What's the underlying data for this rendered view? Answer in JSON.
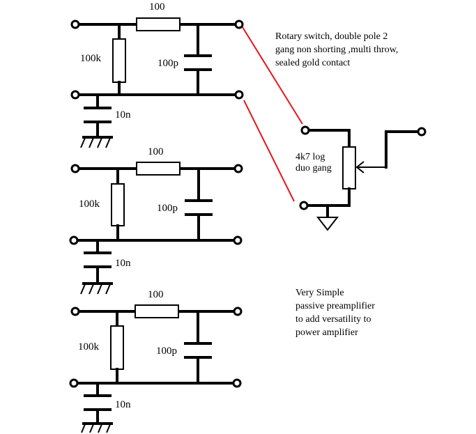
{
  "filters": [
    {
      "series_r": "100",
      "shunt_r": "100k",
      "shunt_c": "100p",
      "ground_c": "10n"
    },
    {
      "series_r": "100",
      "shunt_r": "100k",
      "shunt_c": "100p",
      "ground_c": "10n"
    },
    {
      "series_r": "100",
      "shunt_r": "100k",
      "shunt_c": "100p",
      "ground_c": "10n"
    }
  ],
  "switch_note": [
    "Rotary switch, double pole 2",
    "gang non shorting ,multi throw,",
    "sealed gold contact"
  ],
  "pot_label": [
    "4k7 log",
    "duo gang"
  ],
  "description": [
    "Very Simple",
    "passive preamplifier",
    "to add versatility to",
    "power amplifier"
  ],
  "colors": {
    "wire": "#000000",
    "switch_link": "#e8141c"
  }
}
